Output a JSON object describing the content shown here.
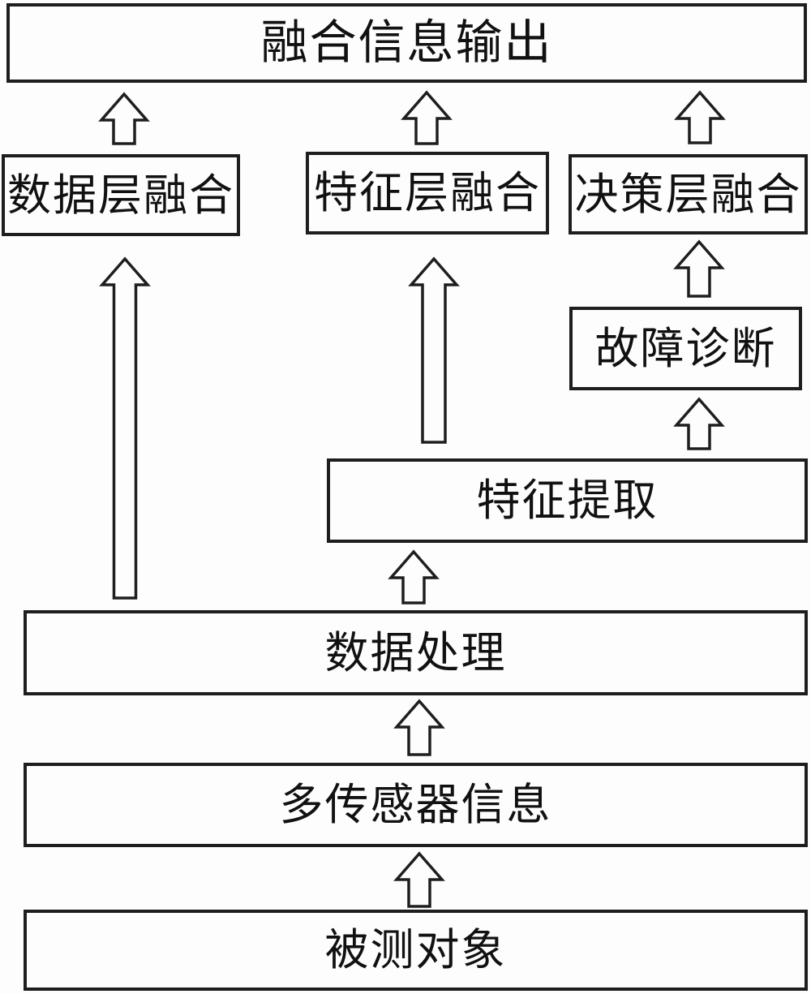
{
  "diagram": {
    "type": "flowchart",
    "direction": "bottom-to-top",
    "colors": {
      "background": "#fdfdfd",
      "line": "#1e1e1e",
      "text": "#111111",
      "box_fill": "#fdfdfd"
    },
    "nodes": {
      "output": {
        "label": "融合信息输出"
      },
      "data_fusion": {
        "label": "数据层融合"
      },
      "feature_fusion": {
        "label": "特征层融合"
      },
      "decision_fusion": {
        "label": "决策层融合"
      },
      "fault_diagnosis": {
        "label": "故障诊断"
      },
      "feature_extraction": {
        "label": "特征提取"
      },
      "data_processing": {
        "label": "数据处理"
      },
      "multisensor_info": {
        "label": "多传感器信息"
      },
      "measured_object": {
        "label": "被测对象"
      }
    },
    "edges": [
      {
        "from": "measured_object",
        "to": "multisensor_info"
      },
      {
        "from": "multisensor_info",
        "to": "data_processing"
      },
      {
        "from": "data_processing",
        "to": "feature_extraction"
      },
      {
        "from": "data_processing",
        "to": "data_fusion"
      },
      {
        "from": "feature_extraction",
        "to": "feature_fusion"
      },
      {
        "from": "feature_extraction",
        "to": "fault_diagnosis"
      },
      {
        "from": "fault_diagnosis",
        "to": "decision_fusion"
      },
      {
        "from": "data_fusion",
        "to": "output"
      },
      {
        "from": "feature_fusion",
        "to": "output"
      },
      {
        "from": "decision_fusion",
        "to": "output"
      }
    ]
  }
}
